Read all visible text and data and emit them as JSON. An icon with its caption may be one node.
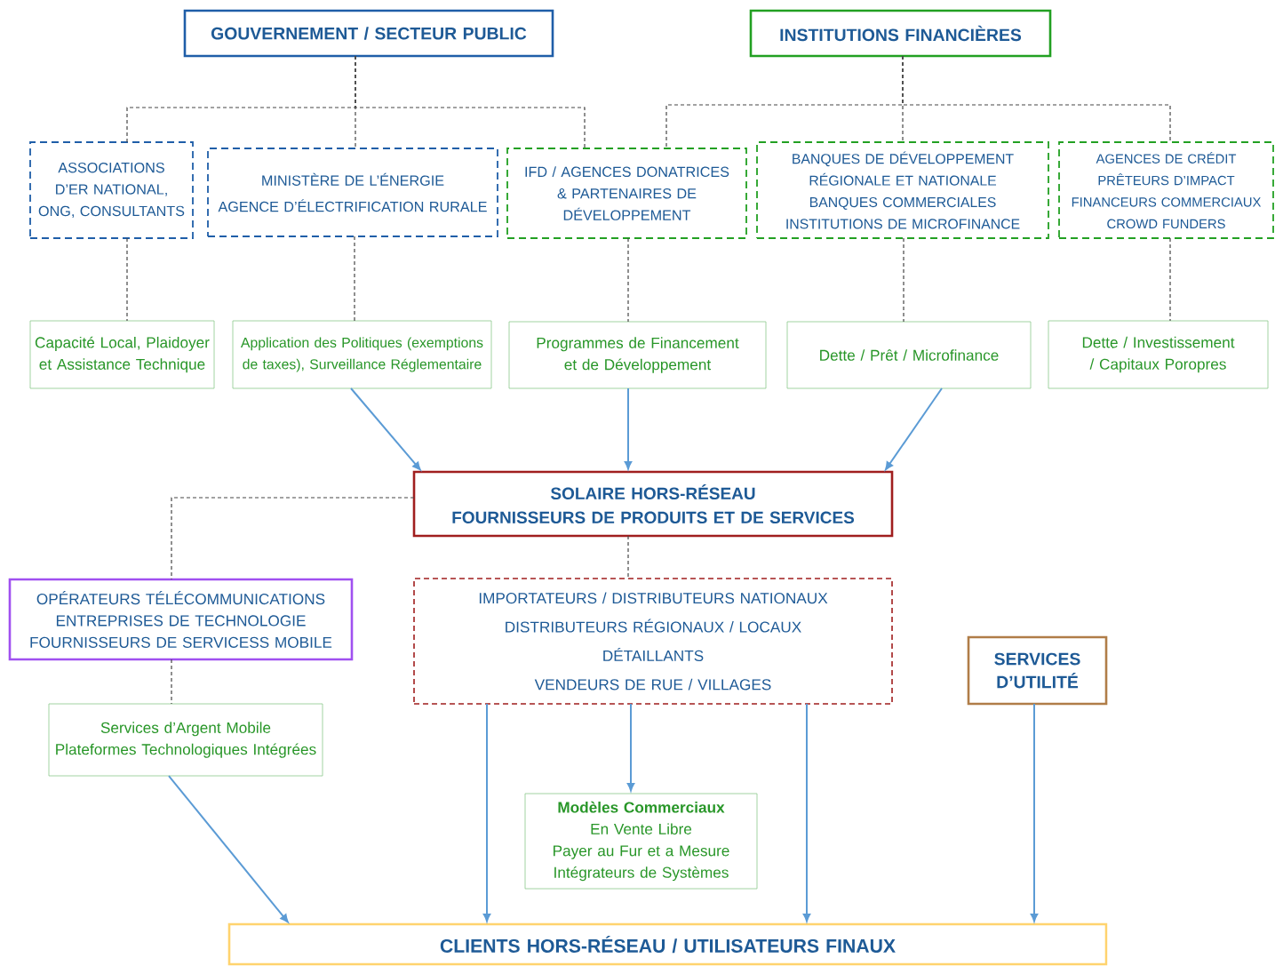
{
  "diagram": {
    "nodes": [
      {
        "text": [
          "GOUVERNEMENT / SECTEUR PUBLIC"
        ]
      },
      {
        "text": [
          "INSTITUTIONS FINANCIÈRES"
        ]
      },
      {
        "text": [
          "ASSOCIATIONS D’ER NATIONAL, ONG, CONSULTANTS"
        ]
      },
      {
        "text": [
          "MINISTÈRE DE L’ÉNERGIE",
          "AGENCE D’ÉLECTRIFICATION RURALE"
        ]
      },
      {
        "text": [
          "IFD / AGENCES DONATRICES & PARTENAIRES DE DÉVELOPPEMENT"
        ]
      },
      {
        "text": [
          "BANQUES DE DÉVELOPPEMENT RÉGIONALE ET NATIONALE",
          "BANQUES COMMERCIALES",
          "INSTITUTIONS DE MICROFINANCE"
        ]
      },
      {
        "text": [
          "AGENCES DE CRÉDIT",
          "PRÊTEURS D’IMPACT",
          "FINANCEURS COMMERCIAUX",
          "CROWD FUNDERS"
        ]
      },
      {
        "text": [
          "Capacité Local, Plaidoyer et Assistance Technique"
        ]
      },
      {
        "text": [
          "Application des Politiques (exemptions de taxes), Surveillance Réglementaire"
        ]
      },
      {
        "text": [
          "Programmes de Financement et de Développement"
        ]
      },
      {
        "text": [
          "Dette / Prêt / Microfinance"
        ]
      },
      {
        "text": [
          "Dette / Investissement / Capitaux Poropres"
        ]
      },
      {
        "text": [
          "SOLAIRE HORS-RÉSEAU",
          "FOURNISSEURS DE PRODUITS ET DE SERVICES"
        ]
      },
      {
        "text": [
          "OPÉRATEURS TÉLÉCOMMUNICATIONS",
          "ENTREPRISES DE TECHNOLOGIE",
          "FOURNISSEURS DE SERVICESS MOBILE"
        ]
      },
      {
        "text": [
          "IMPORTATEURS / DISTRIBUTEURS NATIONAUX",
          "DISTRIBUTEURS RÉGIONAUX / LOCAUX",
          "DÉTAILLANTS",
          "VENDEURS DE RUE / VILLAGES"
        ]
      },
      {
        "text": [
          "SERVICES D’UTILITÉ"
        ]
      },
      {
        "text": [
          "Services d’Argent Mobile",
          "Plateformes Technologiques Intégrées"
        ]
      },
      {
        "text": [
          "Modèles Commerciaux",
          "En Vente Libre",
          "Payer au Fur et a Mesure",
          "Intégrateurs de Systèmes"
        ]
      },
      {
        "text": [
          "CLIENTS HORS-RÉSEAU / UTILISATEURS FINAUX"
        ]
      }
    ],
    "edges": [
      {
        "from": 0,
        "to": 2,
        "arrow": "none",
        "style": "dashed"
      },
      {
        "from": 0,
        "to": 3,
        "arrow": "none",
        "style": "dashed"
      },
      {
        "from": 0,
        "to": 4,
        "arrow": "none",
        "style": "dashed"
      },
      {
        "from": 1,
        "to": 4,
        "arrow": "none",
        "style": "dashed"
      },
      {
        "from": 1,
        "to": 5,
        "arrow": "none",
        "style": "dashed"
      },
      {
        "from": 1,
        "to": 6,
        "arrow": "none",
        "style": "dashed"
      },
      {
        "from": 2,
        "to": 7,
        "arrow": "none",
        "style": "dashed"
      },
      {
        "from": 3,
        "to": 8,
        "arrow": "none",
        "style": "dashed"
      },
      {
        "from": 4,
        "to": 9,
        "arrow": "none",
        "style": "dashed"
      },
      {
        "from": 5,
        "to": 10,
        "arrow": "none",
        "style": "dashed"
      },
      {
        "from": 6,
        "to": 11,
        "arrow": "none",
        "style": "dashed"
      },
      {
        "from": 8,
        "to": 12,
        "arrow": "to",
        "color": "#5b9bd5"
      },
      {
        "from": 9,
        "to": 12,
        "arrow": "to",
        "color": "#5b9bd5"
      },
      {
        "from": 10,
        "to": 12,
        "arrow": "to",
        "color": "#5b9bd5"
      },
      {
        "from": 12,
        "to": 13,
        "arrow": "none",
        "style": "dashed"
      },
      {
        "from": 12,
        "to": 14,
        "arrow": "none",
        "style": "dashed"
      },
      {
        "from": 13,
        "to": 16,
        "arrow": "none",
        "style": "dashed"
      },
      {
        "from": 16,
        "to": 18,
        "arrow": "to",
        "color": "#5b9bd5"
      },
      {
        "from": 14,
        "to": 18,
        "arrow": "to",
        "color": "#5b9bd5"
      },
      {
        "from": 14,
        "to": 17,
        "arrow": "to",
        "color": "#5b9bd5"
      },
      {
        "from": 14,
        "to": 18,
        "arrow": "to",
        "color": "#5b9bd5"
      },
      {
        "from": 15,
        "to": 18,
        "arrow": "to",
        "color": "#5b9bd5"
      }
    ]
  }
}
